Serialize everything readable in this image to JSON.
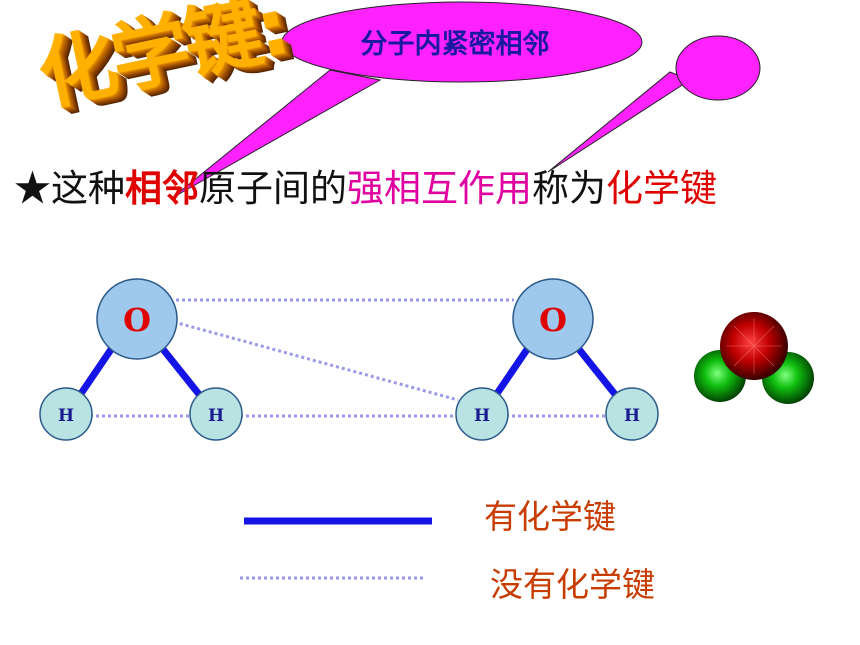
{
  "title": "化学键",
  "callout": "分子内紧密相邻",
  "statement": {
    "star": "★",
    "part1": "这种",
    "adjacent": "相邻",
    "part2": "原子间的",
    "strong_interaction": "强相互作用",
    "part3": "称为",
    "chemical_bond": "化学键"
  },
  "molecules": [
    {
      "oxygen": "O",
      "hydrogen_left": "H",
      "hydrogen_right": "H"
    },
    {
      "oxygen": "O",
      "hydrogen_left": "H",
      "hydrogen_right": "H"
    }
  ],
  "legend": {
    "bond_label": "有化学键",
    "no_bond_label": "没有化学键"
  },
  "colors": {
    "bond_line": "#1414e6",
    "no_bond_line": "#9a9ae6",
    "atom_fill": "#9ec8ec",
    "small_atom_fill": "#b9e2e2",
    "callout_fill": "#ff22ff",
    "title_3d": "#ffb000"
  }
}
